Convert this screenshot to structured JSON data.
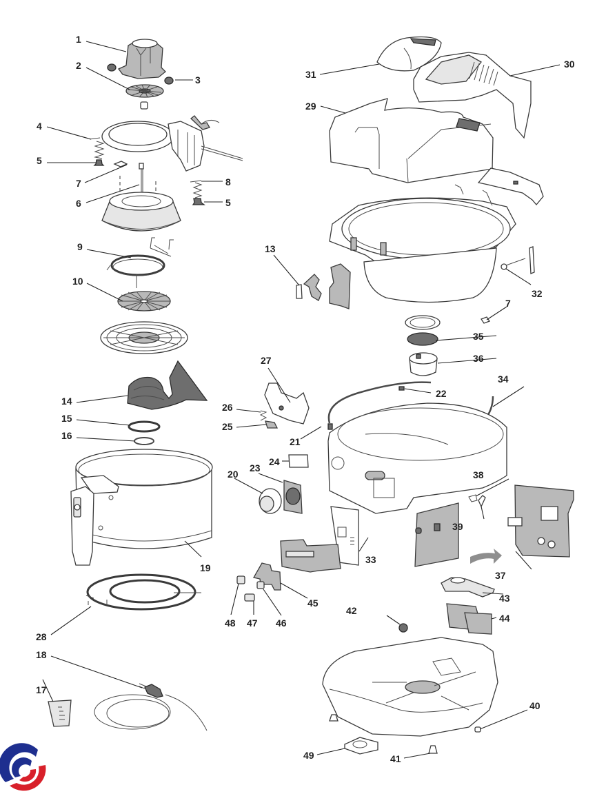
{
  "diagram": {
    "title": "Air fryer exploded parts diagram",
    "logo": {
      "name": "brand-swirl-logo",
      "colors": {
        "blue": "#1e2f8f",
        "red": "#d8202a"
      }
    },
    "colors": {
      "line": "#3a3a3a",
      "fill_grey": "#b9b9b9",
      "fill_dark": "#6e6e6e",
      "label": "#222222"
    },
    "callouts": [
      {
        "id": "1",
        "text": "1"
      },
      {
        "id": "2",
        "text": "2"
      },
      {
        "id": "3",
        "text": "3"
      },
      {
        "id": "4",
        "text": "4"
      },
      {
        "id": "5a",
        "text": "5"
      },
      {
        "id": "5b",
        "text": "5"
      },
      {
        "id": "6",
        "text": "6"
      },
      {
        "id": "7a",
        "text": "7"
      },
      {
        "id": "7b",
        "text": "7"
      },
      {
        "id": "8",
        "text": "8"
      },
      {
        "id": "9",
        "text": "9"
      },
      {
        "id": "10",
        "text": "10"
      },
      {
        "id": "13",
        "text": "13"
      },
      {
        "id": "14",
        "text": "14"
      },
      {
        "id": "15",
        "text": "15"
      },
      {
        "id": "16",
        "text": "16"
      },
      {
        "id": "17",
        "text": "17"
      },
      {
        "id": "18",
        "text": "18"
      },
      {
        "id": "19",
        "text": "19"
      },
      {
        "id": "20",
        "text": "20"
      },
      {
        "id": "21",
        "text": "21"
      },
      {
        "id": "22",
        "text": "22"
      },
      {
        "id": "23",
        "text": "23"
      },
      {
        "id": "24",
        "text": "24"
      },
      {
        "id": "25",
        "text": "25"
      },
      {
        "id": "26",
        "text": "26"
      },
      {
        "id": "27",
        "text": "27"
      },
      {
        "id": "28",
        "text": "28"
      },
      {
        "id": "29",
        "text": "29"
      },
      {
        "id": "30",
        "text": "30"
      },
      {
        "id": "31",
        "text": "31"
      },
      {
        "id": "32",
        "text": "32"
      },
      {
        "id": "33",
        "text": "33"
      },
      {
        "id": "34",
        "text": "34"
      },
      {
        "id": "35",
        "text": "35"
      },
      {
        "id": "36",
        "text": "36"
      },
      {
        "id": "37",
        "text": "37"
      },
      {
        "id": "38",
        "text": "38"
      },
      {
        "id": "39",
        "text": "39"
      },
      {
        "id": "40",
        "text": "40"
      },
      {
        "id": "41",
        "text": "41"
      },
      {
        "id": "42",
        "text": "42"
      },
      {
        "id": "43",
        "text": "43"
      },
      {
        "id": "44",
        "text": "44"
      },
      {
        "id": "45",
        "text": "45"
      },
      {
        "id": "46",
        "text": "46"
      },
      {
        "id": "47",
        "text": "47"
      },
      {
        "id": "48",
        "text": "48"
      },
      {
        "id": "49",
        "text": "49"
      }
    ]
  }
}
